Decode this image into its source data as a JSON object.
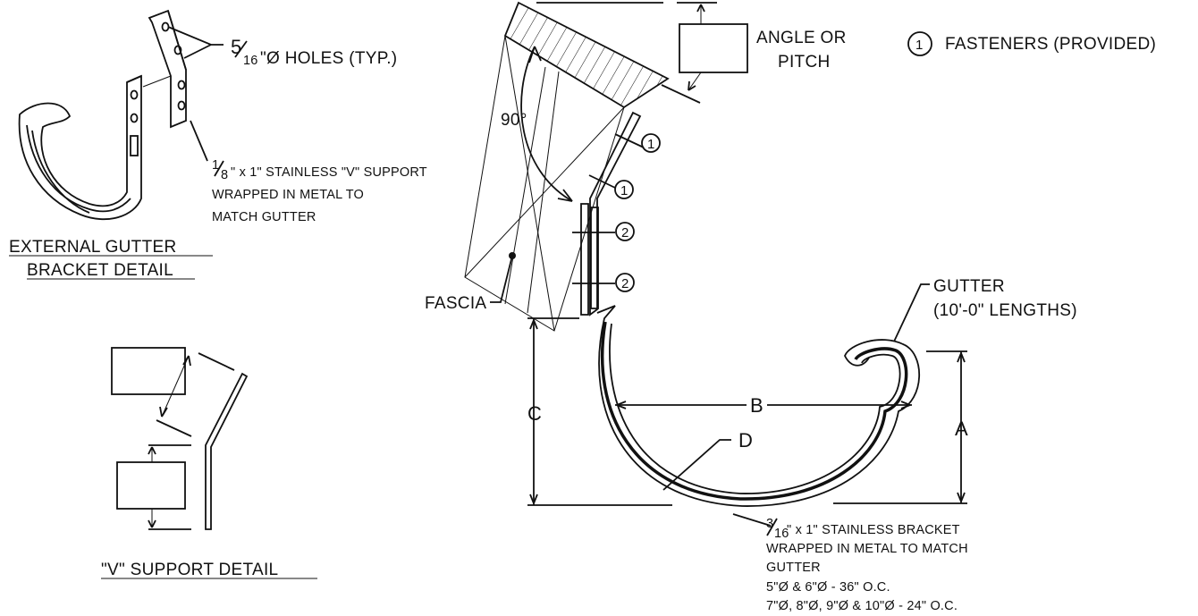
{
  "top_right": {
    "angle_line1": "ANGLE OR",
    "angle_line2": "PITCH",
    "fasteners_marker": "1",
    "fasteners_label": "FASTENERS (PROVIDED)"
  },
  "bracket_detail": {
    "holes_fraction_num": "5",
    "holes_fraction_den": "16",
    "holes_label": "\"Ø HOLES (TYP.)",
    "support_fraction_num": "1",
    "support_fraction_den": "8",
    "support_line1": "\" x 1\" STAINLESS \"V\" SUPPORT",
    "support_line2": "WRAPPED IN METAL TO",
    "support_line3": "MATCH GUTTER",
    "title_line1": "EXTERNAL GUTTER",
    "title_line2": "BRACKET DETAIL"
  },
  "v_support": {
    "title": "\"V\" SUPPORT DETAIL"
  },
  "main": {
    "angle_90": "90°",
    "fascia": "FASCIA",
    "marker_1a": "1",
    "marker_1b": "1",
    "marker_2a": "2",
    "marker_2b": "2",
    "gutter_line1": "GUTTER",
    "gutter_line2": "(10'-0\" LENGTHS)",
    "dim_a": "A",
    "dim_b": "B",
    "dim_c": "C",
    "dim_d": "D",
    "bracket_fraction_num": "3",
    "bracket_fraction_den": "16",
    "bracket_line1": "\" x 1\" STAINLESS BRACKET",
    "bracket_line2": "WRAPPED IN METAL TO MATCH",
    "bracket_line3": "GUTTER",
    "bracket_line4": "5\"Ø & 6\"Ø - 36\" O.C.",
    "bracket_line5": "7\"Ø, 8\"Ø, 9\"Ø & 10\"Ø - 24\" O.C."
  }
}
